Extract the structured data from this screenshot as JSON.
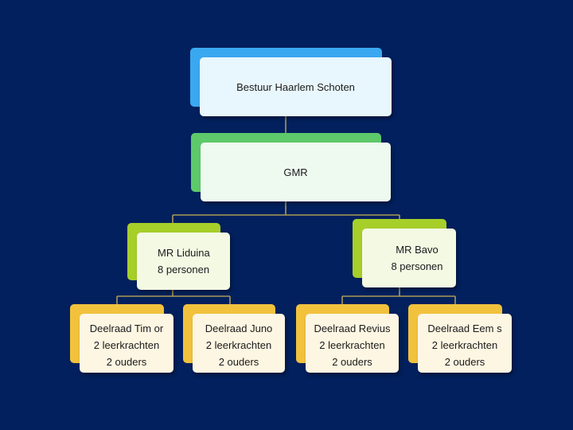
{
  "colors": {
    "background": "#02205d",
    "blue": "#3aa8f0",
    "green": "#5ec96a",
    "lime": "#a7cf2a",
    "yellow": "#f2c23d",
    "connector": "#a99a55"
  },
  "board": {
    "label": "Bestuur Haarlem Schoten"
  },
  "gmr": {
    "label": "GMR"
  },
  "mr_liduina": {
    "line1": "MR Liduina",
    "line2": "8 personen"
  },
  "mr_bavo": {
    "line1": "MR Bavo",
    "line2": "8 personen"
  },
  "deelraden": [
    {
      "name": "Deelraad Tim or",
      "teachers": "2 leerkrachten",
      "parents": "2 ouders"
    },
    {
      "name": "Deelraad Juno",
      "teachers": "2 leerkrachten",
      "parents": "2 ouders"
    },
    {
      "name": "Deelraad Revius",
      "teachers": "2 leerkrachten",
      "parents": "2 ouders"
    },
    {
      "name": "Deelraad Eem s",
      "teachers": "2 leerkrachten",
      "parents": "2 ouders"
    }
  ]
}
